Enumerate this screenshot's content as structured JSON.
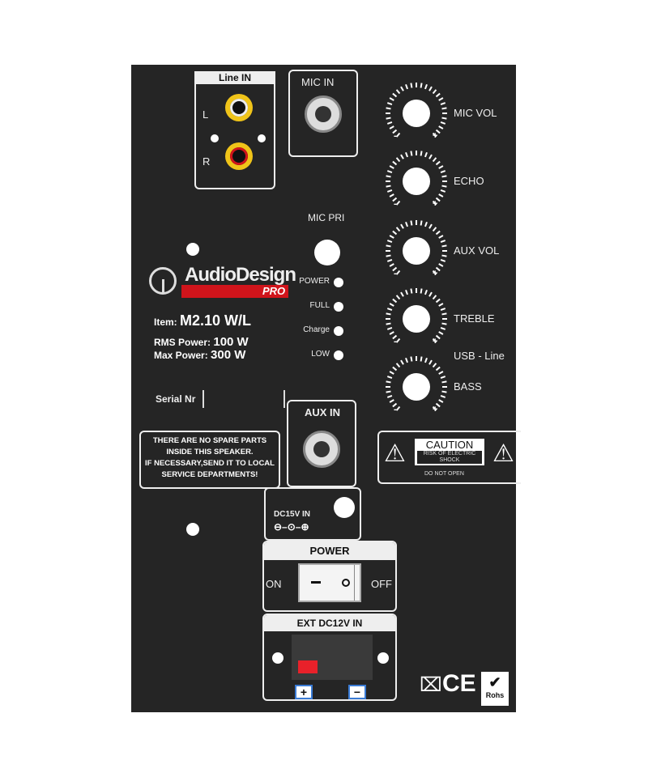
{
  "line_in": {
    "title": "Line IN",
    "left": "L",
    "right": "R"
  },
  "mic_in": {
    "title": "MIC  IN"
  },
  "knobs": [
    {
      "label": "MIC VOL"
    },
    {
      "label": "ECHO"
    },
    {
      "label": "AUX VOL"
    },
    {
      "label": "TREBLE"
    },
    {
      "label": "BASS"
    }
  ],
  "knob_minus": "-",
  "knob_plus": "+",
  "usb_line": "USB - Line",
  "mic_pri": "MIC PRI",
  "leds": [
    "POWER",
    "FULL",
    "Charge",
    "LOW"
  ],
  "brand": {
    "name": "AudioDesign",
    "sub": "PRO"
  },
  "specs": {
    "item_label": "Item:",
    "item_value": "M2.10 W/L",
    "rms_label": "RMS Power:",
    "rms_value": "100 W",
    "max_label": "Max Power:",
    "max_value": "300 W"
  },
  "serial_label": "Serial Nr",
  "aux_in": "AUX IN",
  "warning": [
    "THERE ARE NO SPARE PARTS",
    "INSIDE THIS SPEAKER.",
    "IF NECESSARY,SEND IT TO LOCAL",
    "SERVICE DEPARTMENTS!"
  ],
  "caution": {
    "title": "CAUTION",
    "line1": "RISK OF ELECTRIC",
    "line2": "SHOCK",
    "footer": "DO NOT OPEN"
  },
  "dc15": "DC15V IN",
  "power": {
    "title": "POWER",
    "on": "ON",
    "off": "OFF"
  },
  "ext_dc": {
    "title": "EXT DC12V IN",
    "plus": "+",
    "minus": "−"
  },
  "cert": {
    "rohs": "Rohs"
  },
  "colors": {
    "panel": "#252525",
    "accent": "#d0141b",
    "rca_ring": "#f0c419"
  }
}
